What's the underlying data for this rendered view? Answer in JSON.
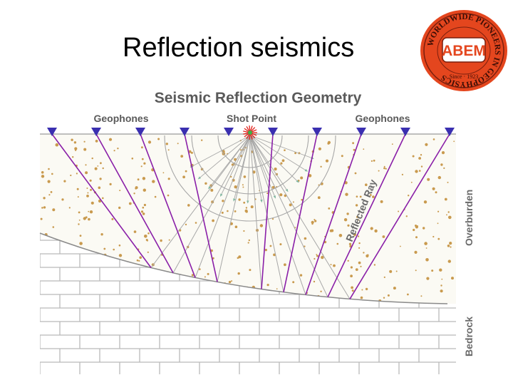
{
  "slide": {
    "title": "Reflection seismics"
  },
  "logo": {
    "name": "ABEM",
    "ring_text": "WORLDWIDE PIONEERS IN GEOPHYSICS",
    "since_text": "Since · 1923",
    "colors": {
      "outer": "#e4461e",
      "inner": "#ffffff",
      "ring": "#7a1f0e"
    }
  },
  "diagram": {
    "title": "Seismic Reflection Geometry",
    "labels": {
      "geophones_left": "Geophones",
      "shot_point": "Shot Point",
      "geophones_right": "Geophones",
      "reflected_ray": "Reflected Ray",
      "overburden": "Overburden",
      "bedrock": "Bedrock"
    },
    "colors": {
      "geophone": "#3a2fb0",
      "reflected_ray": "#8a1fa8",
      "wavefront": "#a7a7a7",
      "shot": "#e0201a",
      "overburden_dots": "#c99a4e",
      "brick_lines": "#b9b9b9",
      "interface": "#8a8a8a"
    },
    "geophone_count": 10,
    "shot_geophone_index": 4
  }
}
